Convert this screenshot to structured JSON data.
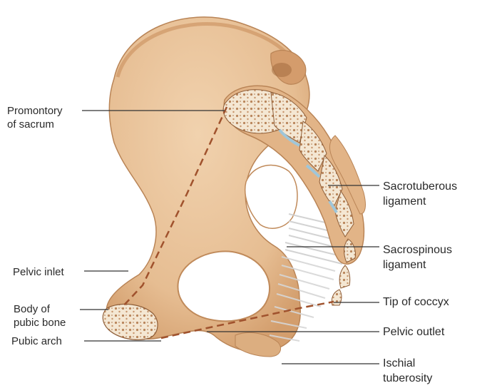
{
  "labels": {
    "promontory": "Promontory\nof sacrum",
    "pelvic_inlet": "Pelvic inlet",
    "body_pubic": "Body of\npubic bone",
    "pubic_arch": "Pubic arch",
    "sacrotuberous": "Sacrotuberous\nligament",
    "sacrospinous": "Sacrospinous\nligament",
    "tip_coccyx": "Tip of coccyx",
    "pelvic_outlet": "Pelvic outlet",
    "ischial": "Ischial\ntuberosity"
  },
  "colors": {
    "bone": "#e8c29a",
    "bone_shadow": "#d49c6c",
    "bone_outline": "#b98456",
    "cancellous": "#f4e7d3",
    "ligament": "#d8d8d8",
    "disc": "#9fc6d9",
    "leader": "#333333",
    "dashed": "#a0522d"
  }
}
